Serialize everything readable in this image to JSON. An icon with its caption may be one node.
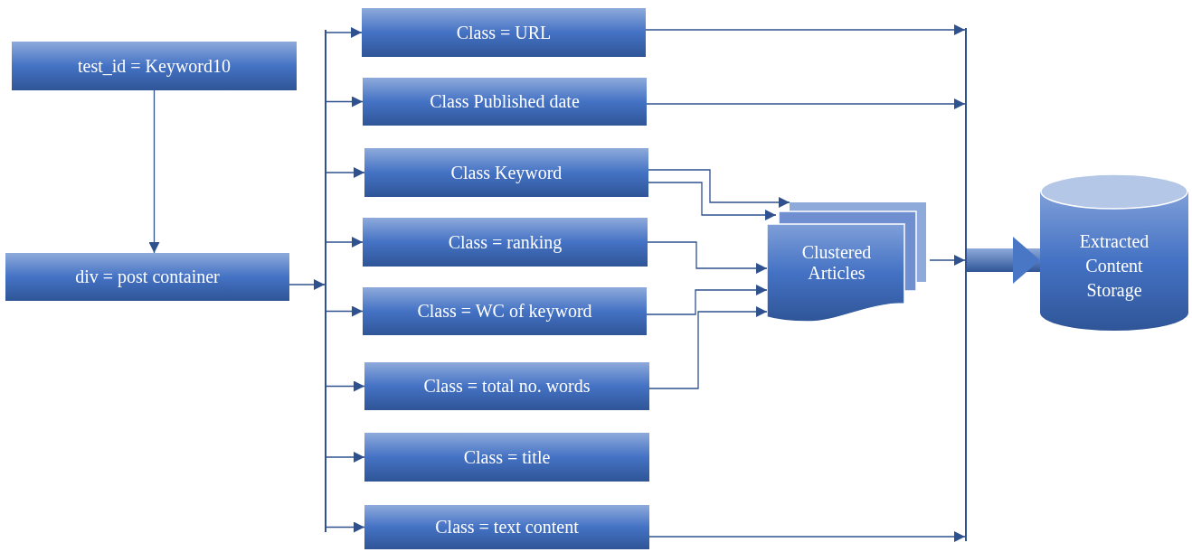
{
  "diagram": {
    "nodes": [
      {
        "text": [
          "test_id = Keyword10"
        ]
      },
      {
        "text": [
          "div = post container"
        ]
      },
      {
        "text": [],
        "shape": "bar"
      },
      {
        "text": [
          "Class = URL"
        ]
      },
      {
        "text": [
          "Class Published date"
        ]
      },
      {
        "text": [
          "Class Keyword"
        ]
      },
      {
        "text": [
          "Class = ranking"
        ]
      },
      {
        "text": [
          "Class = WC of keyword"
        ]
      },
      {
        "text": [
          "Class = total no. words"
        ]
      },
      {
        "text": [
          "Class = title"
        ]
      },
      {
        "text": [
          "Class = text content"
        ]
      },
      {
        "text": [
          "Clustered Articles"
        ]
      },
      {
        "text": [],
        "shape": "bar"
      },
      {
        "text": [
          "Extracted Content Storage"
        ]
      }
    ],
    "edges": [
      {
        "from": 0,
        "to": 1,
        "arrow": "to"
      },
      {
        "from": 1,
        "to": 2,
        "arrow": "to"
      },
      {
        "from": 2,
        "to": 3,
        "arrow": "to"
      },
      {
        "from": 2,
        "to": 4,
        "arrow": "to"
      },
      {
        "from": 2,
        "to": 5,
        "arrow": "to"
      },
      {
        "from": 2,
        "to": 6,
        "arrow": "to"
      },
      {
        "from": 2,
        "to": 7,
        "arrow": "to"
      },
      {
        "from": 2,
        "to": 8,
        "arrow": "to"
      },
      {
        "from": 2,
        "to": 9,
        "arrow": "to"
      },
      {
        "from": 2,
        "to": 10,
        "arrow": "to"
      },
      {
        "from": 3,
        "to": 12,
        "arrow": "to"
      },
      {
        "from": 4,
        "to": 12,
        "arrow": "to"
      },
      {
        "from": 5,
        "to": 11,
        "arrow": "to"
      },
      {
        "from": 5,
        "to": 11,
        "arrow": "to"
      },
      {
        "from": 6,
        "to": 11,
        "arrow": "to"
      },
      {
        "from": 7,
        "to": 11,
        "arrow": "to"
      },
      {
        "from": 8,
        "to": 11,
        "arrow": "to"
      },
      {
        "from": 10,
        "to": 12,
        "arrow": "to"
      },
      {
        "from": 11,
        "to": 12,
        "arrow": "to"
      },
      {
        "from": 12,
        "to": 13,
        "arrow": "to",
        "style": "thick"
      }
    ]
  }
}
